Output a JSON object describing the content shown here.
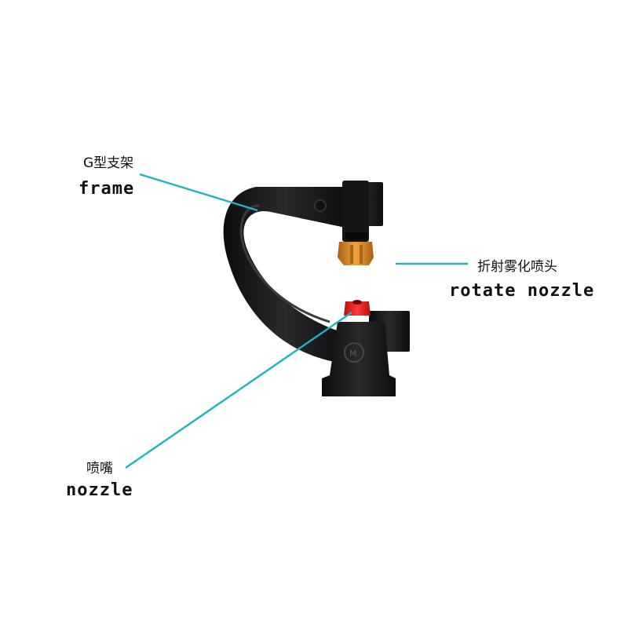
{
  "labels": {
    "frame": {
      "cn": "G型支架",
      "en": "frame"
    },
    "rotate_nozzle": {
      "cn": "折射雾化喷头",
      "en": "rotate nozzle"
    },
    "nozzle": {
      "cn": "喷嘴",
      "en": "nozzle"
    }
  },
  "colors": {
    "leader_line": "#1fb3c4",
    "frame_body": "#1b1b1d",
    "rotate_nozzle_tip": "#d9891c",
    "nozzle_tip": "#e21b1b"
  }
}
